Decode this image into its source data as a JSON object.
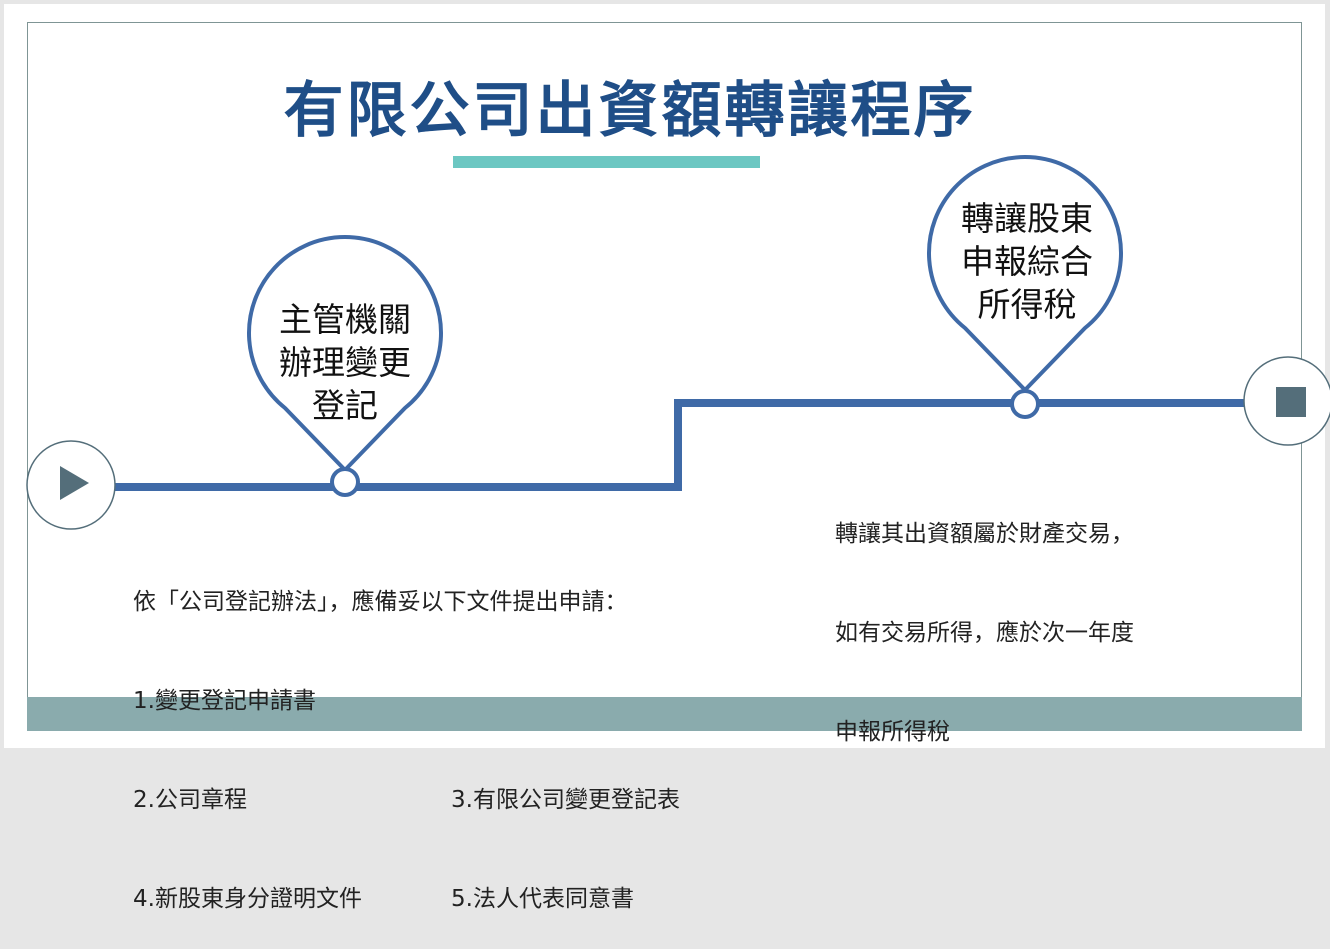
{
  "title": "有限公司出資額轉讓程序",
  "colors": {
    "line": "#3f6aa7",
    "accent": "#6cc7c2",
    "title": "#1f4e87",
    "footer": "#8aabad",
    "stop": "#546e7a"
  },
  "steps": [
    {
      "lines": [
        "主管機關",
        "辦理變更",
        "登記"
      ]
    },
    {
      "lines": [
        "轉讓股東",
        "申報綜合",
        "所得稅"
      ]
    }
  ],
  "notes": {
    "left": {
      "intro": "依「公司登記辦法」，應備妥以下文件提出申請：",
      "items": [
        "1.變更登記申請書",
        "2.公司章程",
        "3.有限公司變更登記表",
        "4.新股東身分證明文件",
        "5.法人代表同意書"
      ]
    },
    "right": [
      "轉讓其出資額屬於財產交易，",
      "如有交易所得，應於次一年度",
      "申報所得稅"
    ]
  },
  "icons": {
    "start": "play-icon",
    "end": "stop-icon"
  }
}
